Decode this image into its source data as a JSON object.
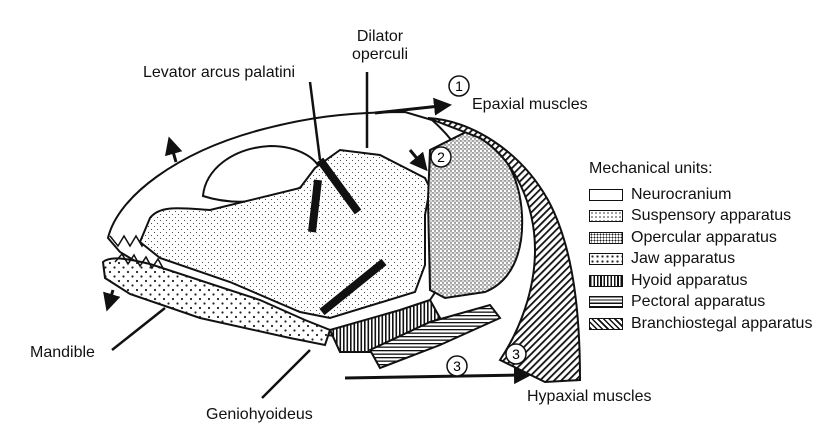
{
  "labels": {
    "levator": "Levator arcus palatini",
    "dilator_line1": "Dilator",
    "dilator_line2": "operculi",
    "epaxial": "Epaxial muscles",
    "hypaxial": "Hypaxial muscles",
    "mandible": "Mandible",
    "geniohyoideus": "Geniohyoideus",
    "marker1": "1",
    "marker2": "2",
    "marker3a": "3",
    "marker3b": "3"
  },
  "legend": {
    "title": "Mechanical units:",
    "items": [
      {
        "label": "Neurocranium",
        "pattern": "blank"
      },
      {
        "label": "Suspensory apparatus",
        "pattern": "fine-stipple"
      },
      {
        "label": "Opercular apparatus",
        "pattern": "dense-stipple"
      },
      {
        "label": "Jaw apparatus",
        "pattern": "coarse-stipple"
      },
      {
        "label": "Hyoid apparatus",
        "pattern": "vertical-stripes"
      },
      {
        "label": "Pectoral apparatus",
        "pattern": "horizontal-stripes"
      },
      {
        "label": "Branchiostegal apparatus",
        "pattern": "diagonal-hatch"
      }
    ]
  },
  "colors": {
    "ink": "#111111",
    "paper": "#ffffff"
  }
}
